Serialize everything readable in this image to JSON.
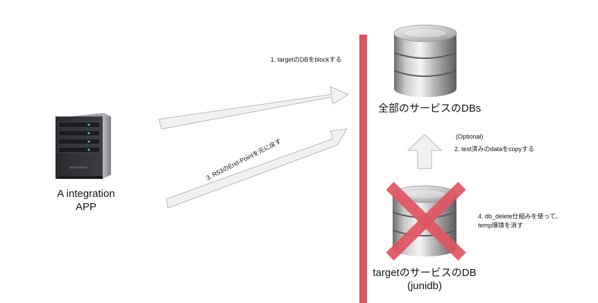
{
  "app": {
    "line1": "A integration",
    "line2": "APP",
    "icon": "server-icon"
  },
  "target_dbs": {
    "label": "全部のサービスのDBs",
    "icon": "database-icon"
  },
  "source_db": {
    "line1": "targetのサービスのDB",
    "line2": "(junidb)",
    "icon": "database-icon",
    "overlay_icon": "cross-icon"
  },
  "steps": {
    "step1": "1. targetのDBをblockする",
    "step2_optional": "(Optional)",
    "step2": "2. test済みのdataをcopyする",
    "step3": "3. R53のEnd-Pointを元に戻す",
    "step4_line1": "4. db_delete仕組みを使って、",
    "step4_line2": "temp環境を消す"
  },
  "colors": {
    "barrier": "#d95560",
    "cross": "#e05561",
    "arrow_fill": "#f2f2f2",
    "arrow_stroke": "#b5b5b5",
    "text": "#111111"
  }
}
